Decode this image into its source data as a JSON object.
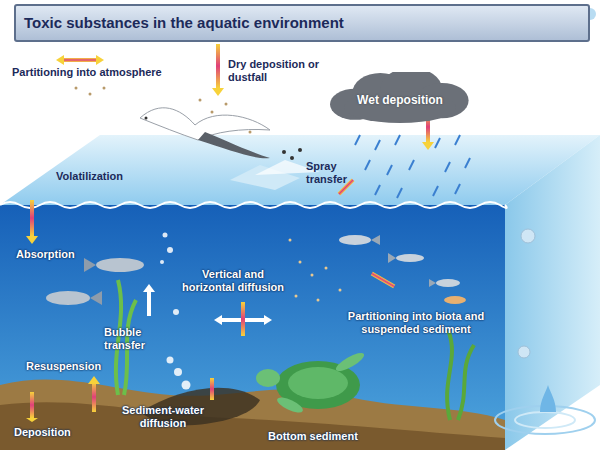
{
  "diagram": {
    "title": "Toxic substances in the aquatic environment",
    "nodes": [
      {
        "text": [
          "Wet deposition"
        ]
      }
    ],
    "labels": [
      "Partitioning into atmosphere",
      "Dry deposition or dustfall",
      "Spray transfer",
      "Volatilization",
      "Absorption",
      "Vertical and horizontal diffusion",
      "Bubble transfer",
      "Partitioning into biota and suspended sediment",
      "Resuspension",
      "Deposition",
      "Sediment-water diffusion",
      "Bottom sediment"
    ]
  }
}
